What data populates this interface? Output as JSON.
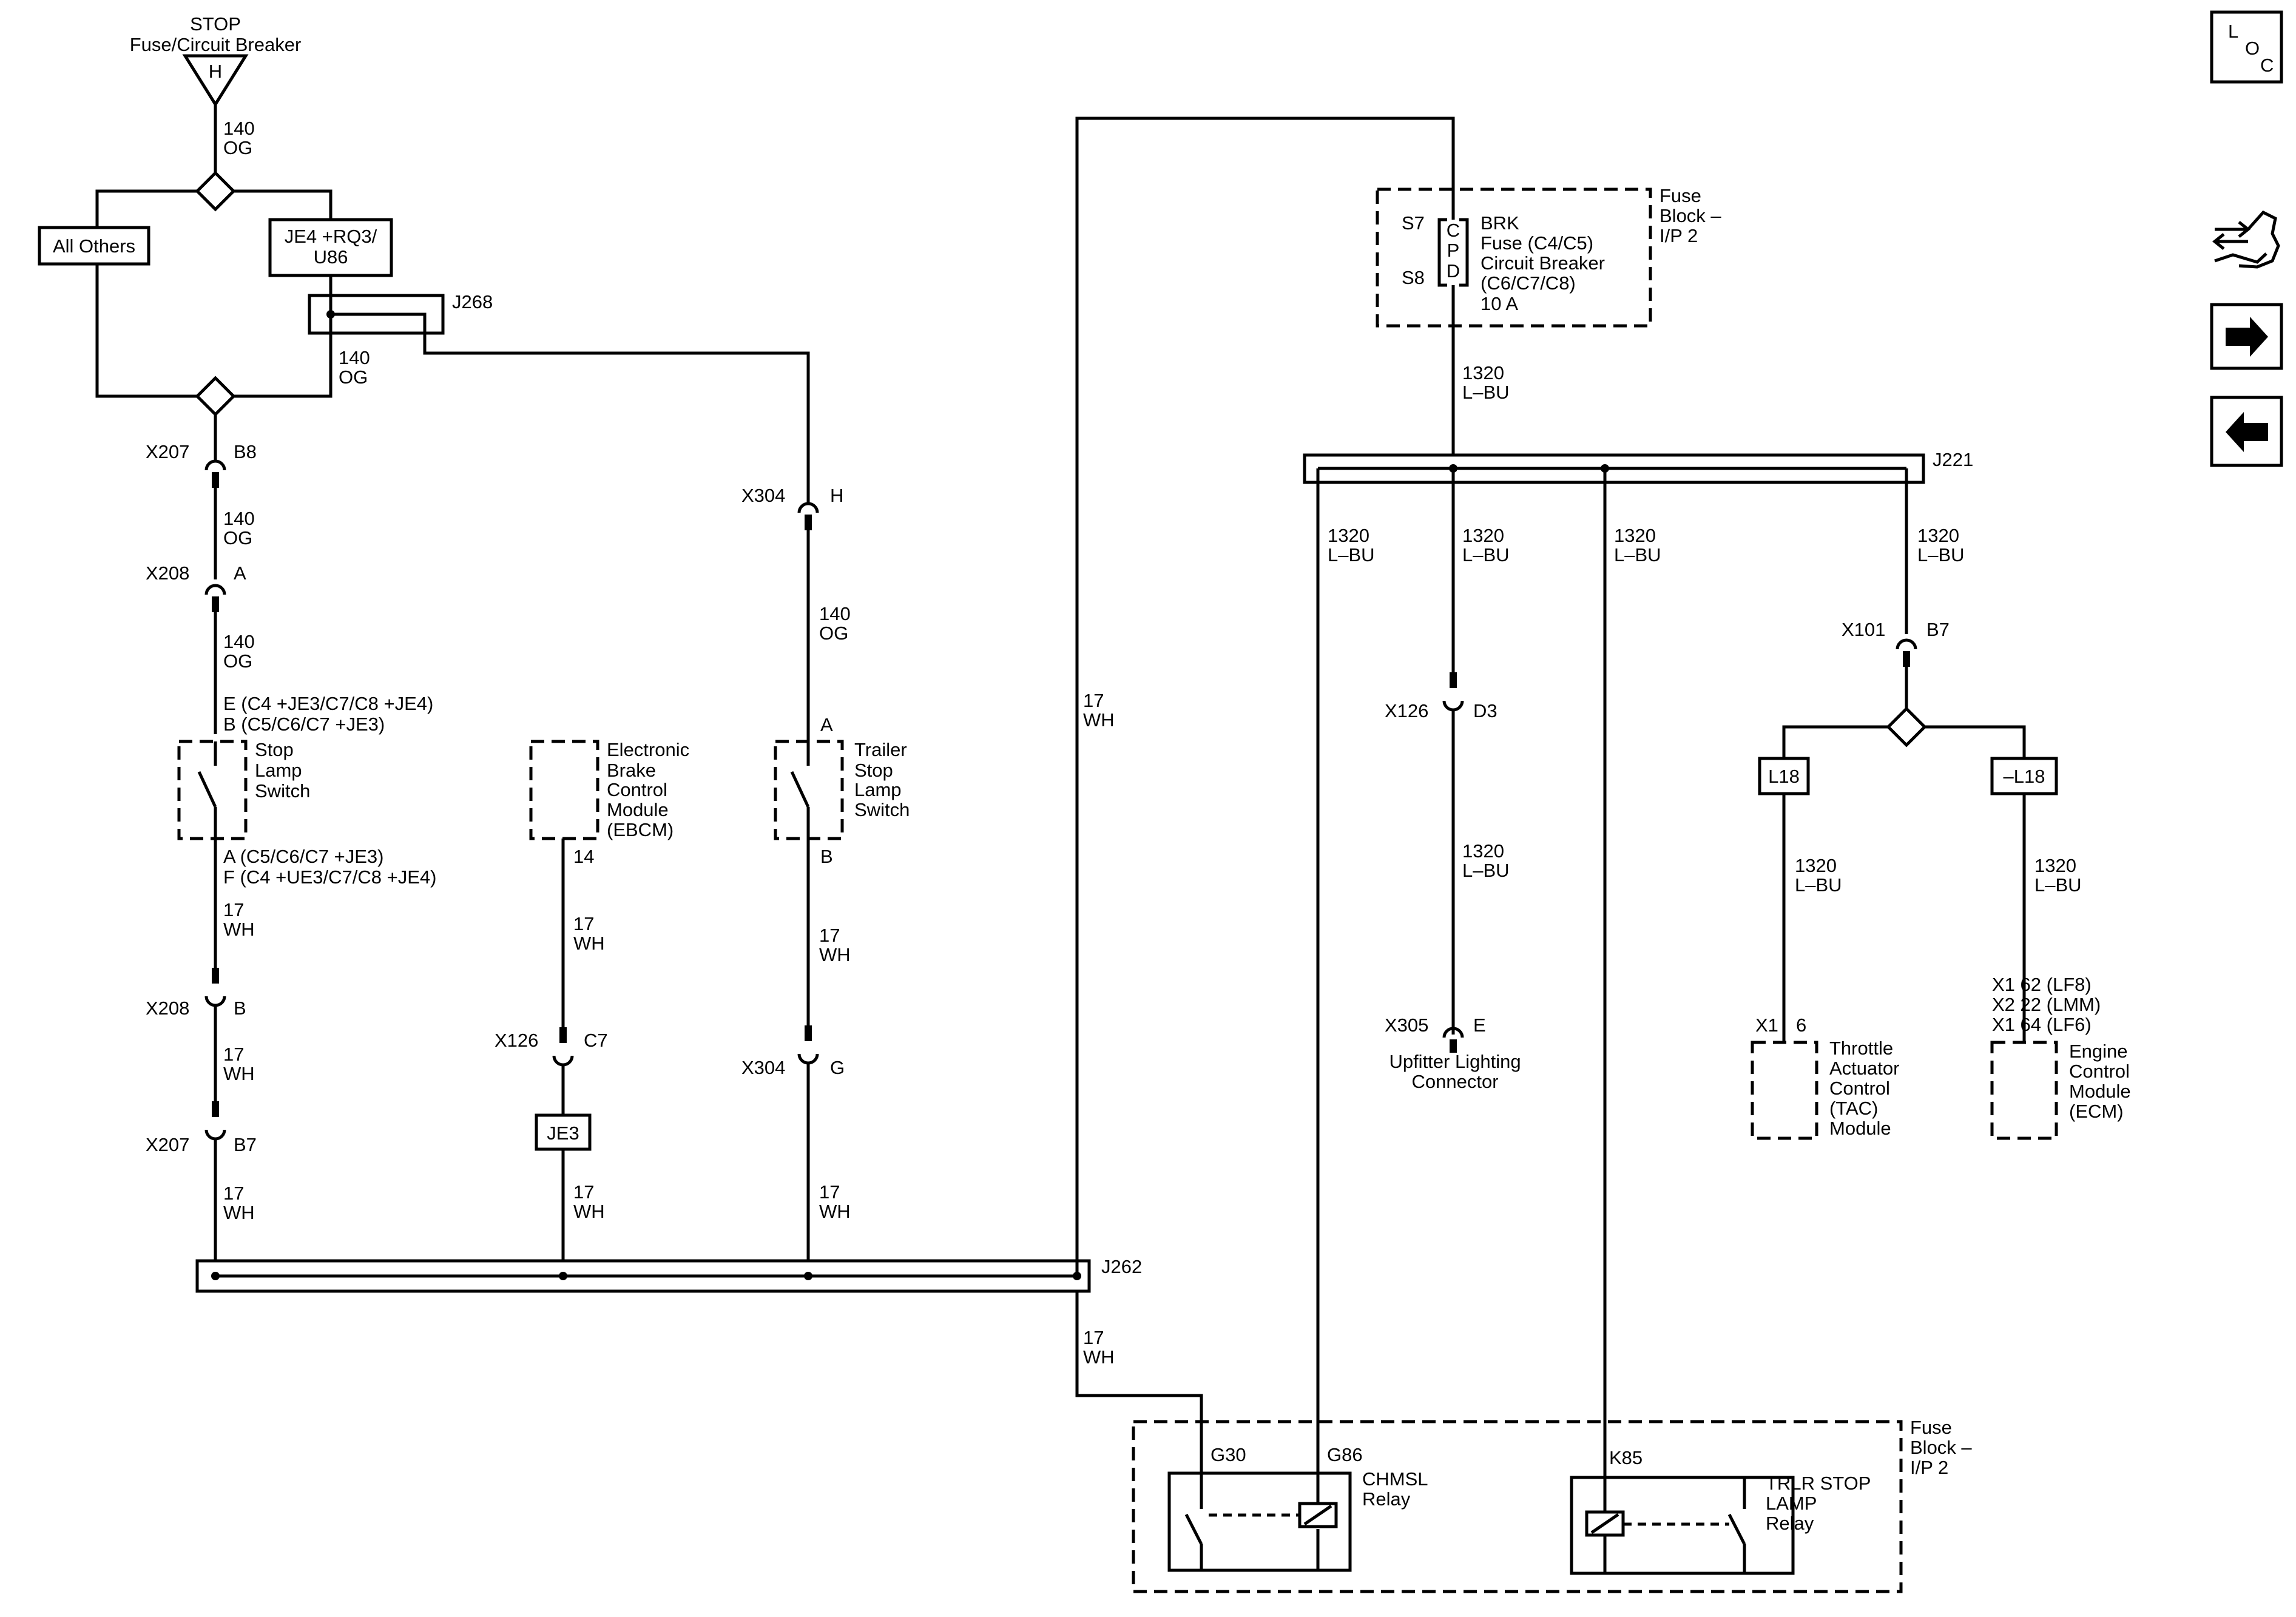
{
  "top_fuse": {
    "line1": "STOP",
    "line2": "Fuse/Circuit Breaker",
    "letter": "H"
  },
  "options": {
    "all_others": "All Others",
    "je4_line1": "JE4 +RQ3/",
    "je4_line2": "U86",
    "l18": "L18",
    "not_l18": "–L18"
  },
  "splices": {
    "j268": "J268",
    "j221": "J221",
    "j262": "J262"
  },
  "connectors": {
    "x207_b8": {
      "id": "X207",
      "pin": "B8"
    },
    "x208_a": {
      "id": "X208",
      "pin": "A"
    },
    "x208_b": {
      "id": "X208",
      "pin": "B"
    },
    "x207_b7": {
      "id": "X207",
      "pin": "B7"
    },
    "x304_h": {
      "id": "X304",
      "pin": "H"
    },
    "x304_g": {
      "id": "X304",
      "pin": "G"
    },
    "x126_c7": {
      "id": "X126",
      "pin": "C7"
    },
    "x126_d3": {
      "id": "X126",
      "pin": "D3"
    },
    "x305_e": {
      "id": "X305",
      "pin": "E"
    },
    "x101_b7": {
      "id": "X101",
      "pin": "B7"
    }
  },
  "wires": {
    "w140": {
      "num": "140",
      "color": "OG"
    },
    "w17": {
      "num": "17",
      "color": "WH"
    },
    "w1320": {
      "num": "1320",
      "color": "L–BU"
    }
  },
  "stop_switch": {
    "pin_top_1": "E (C4 +JE3/C7/C8 +JE4)",
    "pin_top_2": "B (C5/C6/C7 +JE3)",
    "name_1": "Stop",
    "name_2": "Lamp",
    "name_3": "Switch",
    "pin_bot_1": "A (C5/C6/C7 +JE3)",
    "pin_bot_2": "F (C4 +UE3/C7/C8 +JE4)"
  },
  "ebcm": {
    "name_1": "Electronic",
    "name_2": "Brake",
    "name_3": "Control",
    "name_4": "Module",
    "name_5": "(EBCM)",
    "pin": "14",
    "option": "JE3"
  },
  "trailer_switch": {
    "pin_top": "A",
    "name_1": "Trailer",
    "name_2": "Stop",
    "name_3": "Lamp",
    "name_4": "Switch",
    "pin_bot": "B"
  },
  "fuse_block_top": {
    "label_1": "Fuse",
    "label_2": "Block –",
    "label_3": "I/P 2",
    "s7": "S7",
    "s8": "S8",
    "c": "C",
    "p": "P",
    "d": "D",
    "desc_1": "BRK",
    "desc_2": "Fuse (C4/C5)",
    "desc_3": "Circuit Breaker",
    "desc_4": "(C6/C7/C8)",
    "desc_5": "10 A"
  },
  "upfitter": {
    "name_1": "Upfitter Lighting",
    "name_2": "Connector"
  },
  "tac": {
    "conn": "X1",
    "pin": "6",
    "name_1": "Throttle",
    "name_2": "Actuator",
    "name_3": "Control",
    "name_4": "(TAC)",
    "name_5": "Module"
  },
  "ecm": {
    "pin_1": "X1  62 (LF8)",
    "pin_2": "X2  22 (LMM)",
    "pin_3": "X1  64 (LF6)",
    "name_1": "Engine",
    "name_2": "Control",
    "name_3": "Module",
    "name_4": "(ECM)"
  },
  "fuse_block_bottom": {
    "label_1": "Fuse",
    "label_2": "Block –",
    "label_3": "I/P 2",
    "chmsl_g30": "G30",
    "chmsl_g86": "G86",
    "chmsl_1": "CHMSL",
    "chmsl_2": "Relay",
    "trlr_k85": "K85",
    "trlr_1": "TRLR STOP",
    "trlr_2": "LAMP",
    "trlr_3": "Relay"
  },
  "nav": {
    "loc_l": "L",
    "loc_o": "O",
    "loc_c": "C",
    "icons": [
      "loc-icon",
      "component-location-icon",
      "next-page-icon",
      "previous-page-icon"
    ]
  }
}
